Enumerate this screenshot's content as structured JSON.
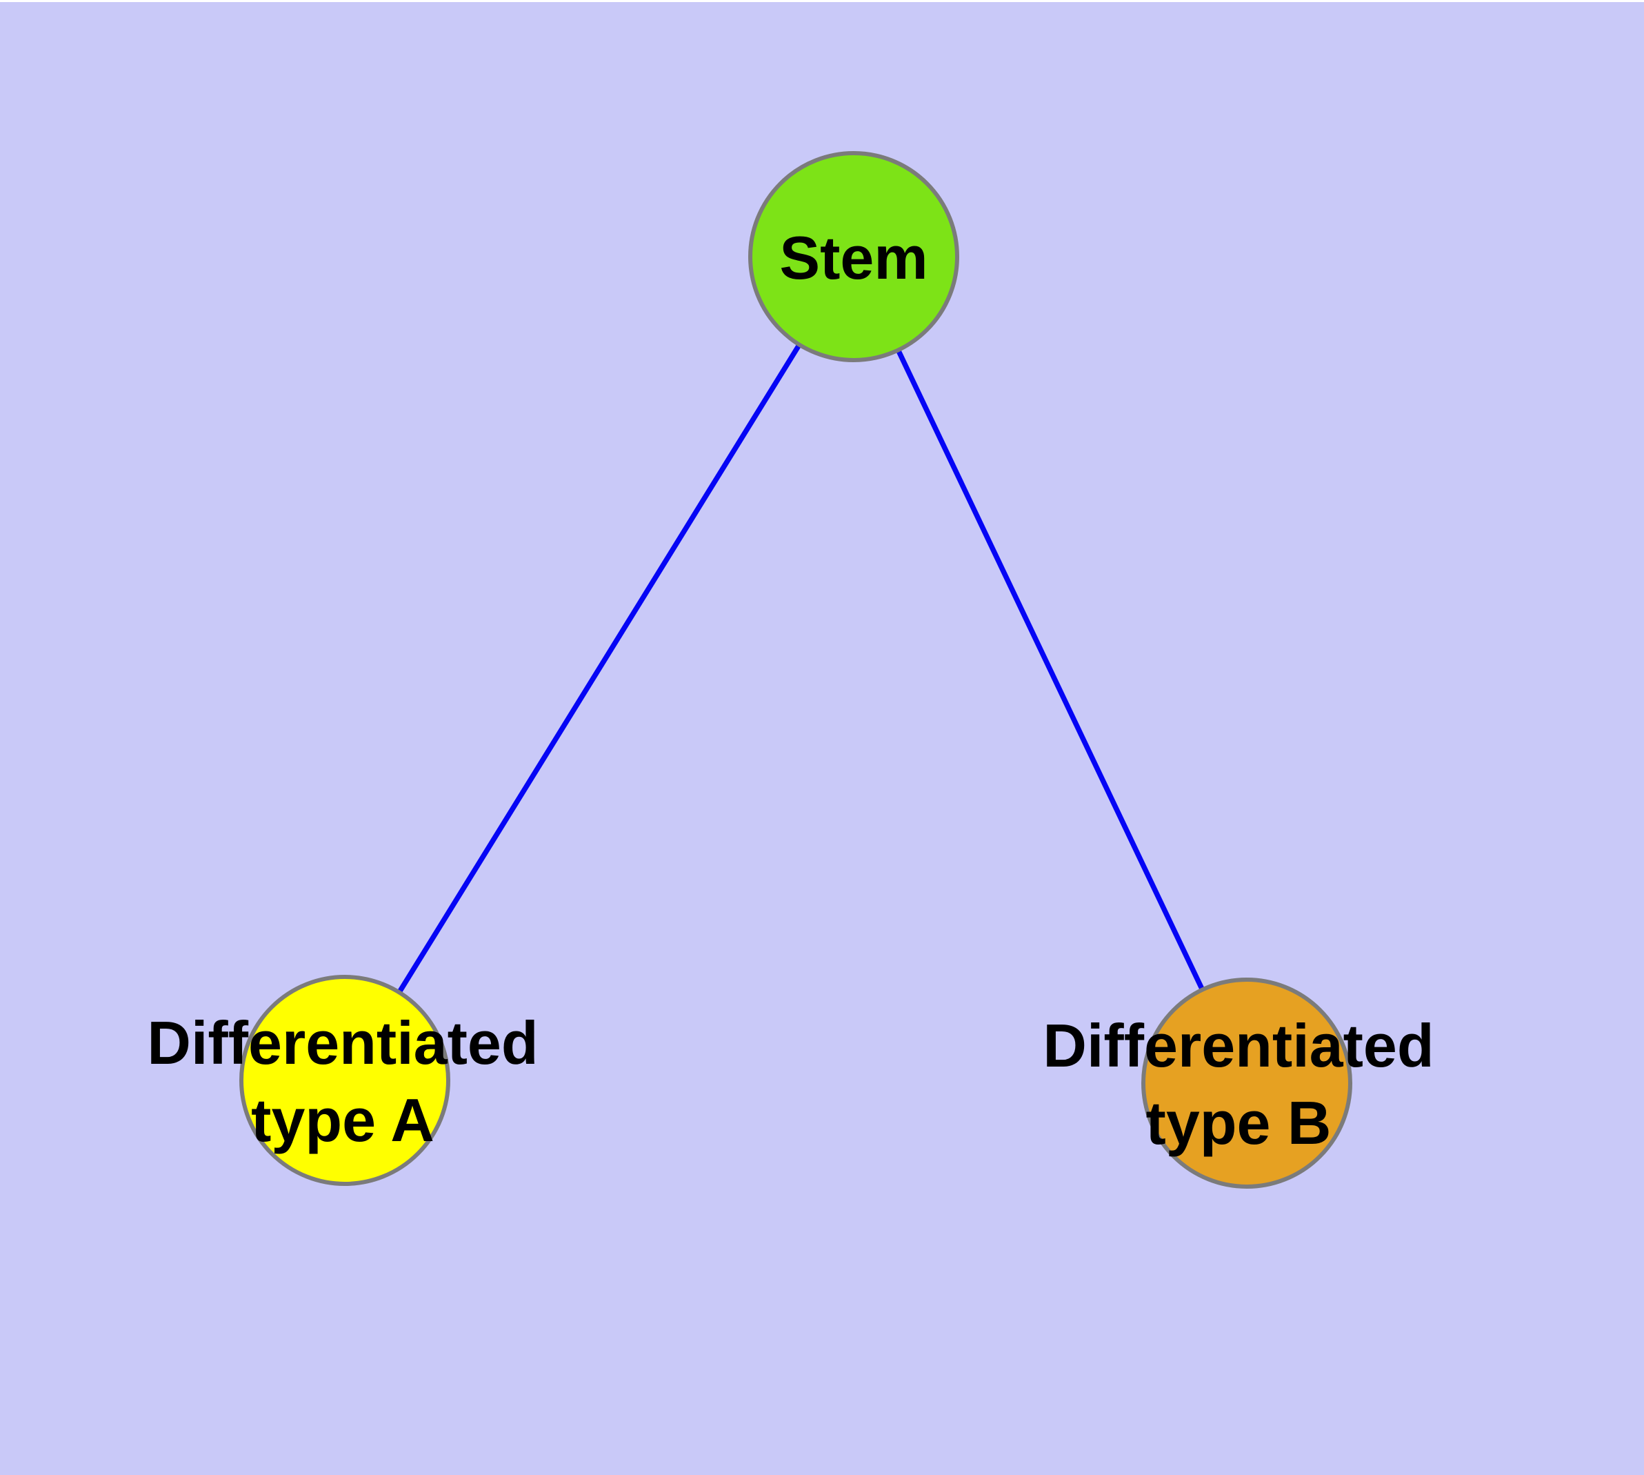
{
  "diagram": {
    "background_color": "#C9C9F8",
    "top_margin_color": "#FFFFFF",
    "edge_color": "#0505F5",
    "node_border_color": "#7B7B7B",
    "label_color": "#000000",
    "nodes": [
      {
        "id": "stem",
        "label": "Stem",
        "line1": "Stem",
        "line2": "",
        "fill": "#7DE317"
      },
      {
        "id": "differentiated-type-a",
        "label": "Differentiated type A",
        "line1": "Differentiated",
        "line2": "type A",
        "fill": "#FFFF00"
      },
      {
        "id": "differentiated-type-b",
        "label": "Differentiated type B",
        "line1": "Differentiated",
        "line2": "type B",
        "fill": "#E6A122"
      }
    ],
    "edges": [
      {
        "from": "Stem",
        "to": "Differentiated type A"
      },
      {
        "from": "Stem",
        "to": "Differentiated type B"
      }
    ]
  }
}
